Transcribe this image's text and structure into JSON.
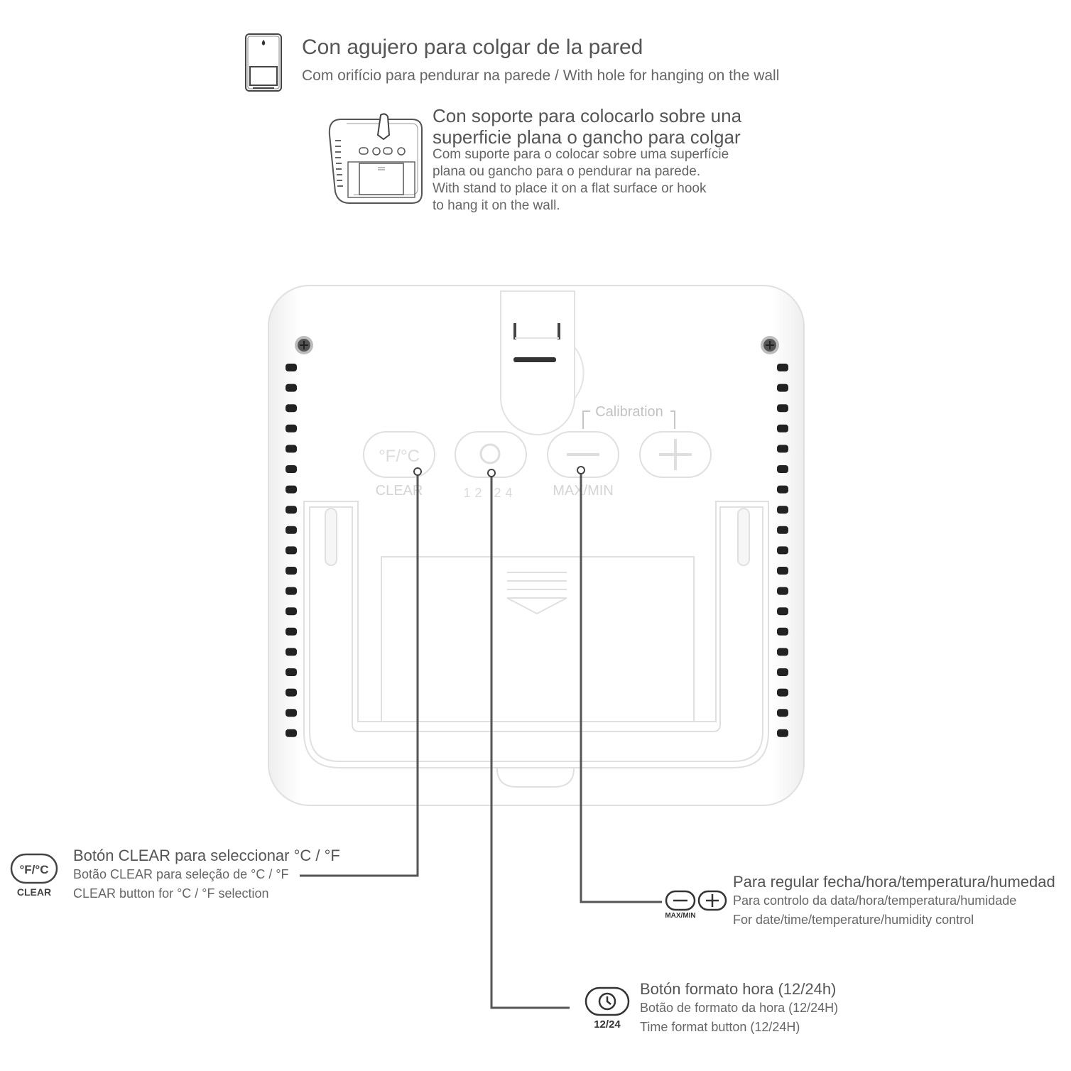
{
  "feature_wall": {
    "title": "Con agujero para colgar de la pared",
    "subtitle": "Com orifício para pendurar na parede / With hole for hanging on the wall",
    "icon": "wall-hole-icon"
  },
  "feature_stand": {
    "title_line1": "Con soporte para colocarlo sobre una",
    "title_line2": "superficie plana o gancho para colgar",
    "sub_line1": "Com suporte para o colocar sobre uma superfície",
    "sub_line2": "plana ou gancho para o pendurar na parede.",
    "sub_line3": "With stand to place it on a flat surface or hook",
    "sub_line4": "to hang it on the wall.",
    "icon": "stand-device-icon"
  },
  "device": {
    "btn1_text": "°F/°C",
    "btn1_label": "CLEAR",
    "btn2_label": "12  24",
    "btn3_label": "MAX/MIN",
    "calibration": "Calibration"
  },
  "callout_clear": {
    "icon_text": "°F/°C",
    "icon_label": "CLEAR",
    "title": "Botón CLEAR para seleccionar °C / °F",
    "line1": "Botão CLEAR para seleção de °C / °F",
    "line2": "CLEAR button for °C / °F selection"
  },
  "callout_adjust": {
    "icon_label": "MAX/MIN",
    "title": "Para regular fecha/hora/temperatura/humedad",
    "line1": "Para controlo da data/hora/temperatura/humidade",
    "line2": "For date/time/temperature/humidity control"
  },
  "callout_time": {
    "icon_label": "12/24",
    "title": "Botón formato hora (12/24h)",
    "line1": "Botão de formato da hora (12/24H)",
    "line2": "Time format button (12/24H)"
  },
  "colors": {
    "line": "#555555",
    "device_edge": "#dcdcdc",
    "vent": "#222222"
  }
}
